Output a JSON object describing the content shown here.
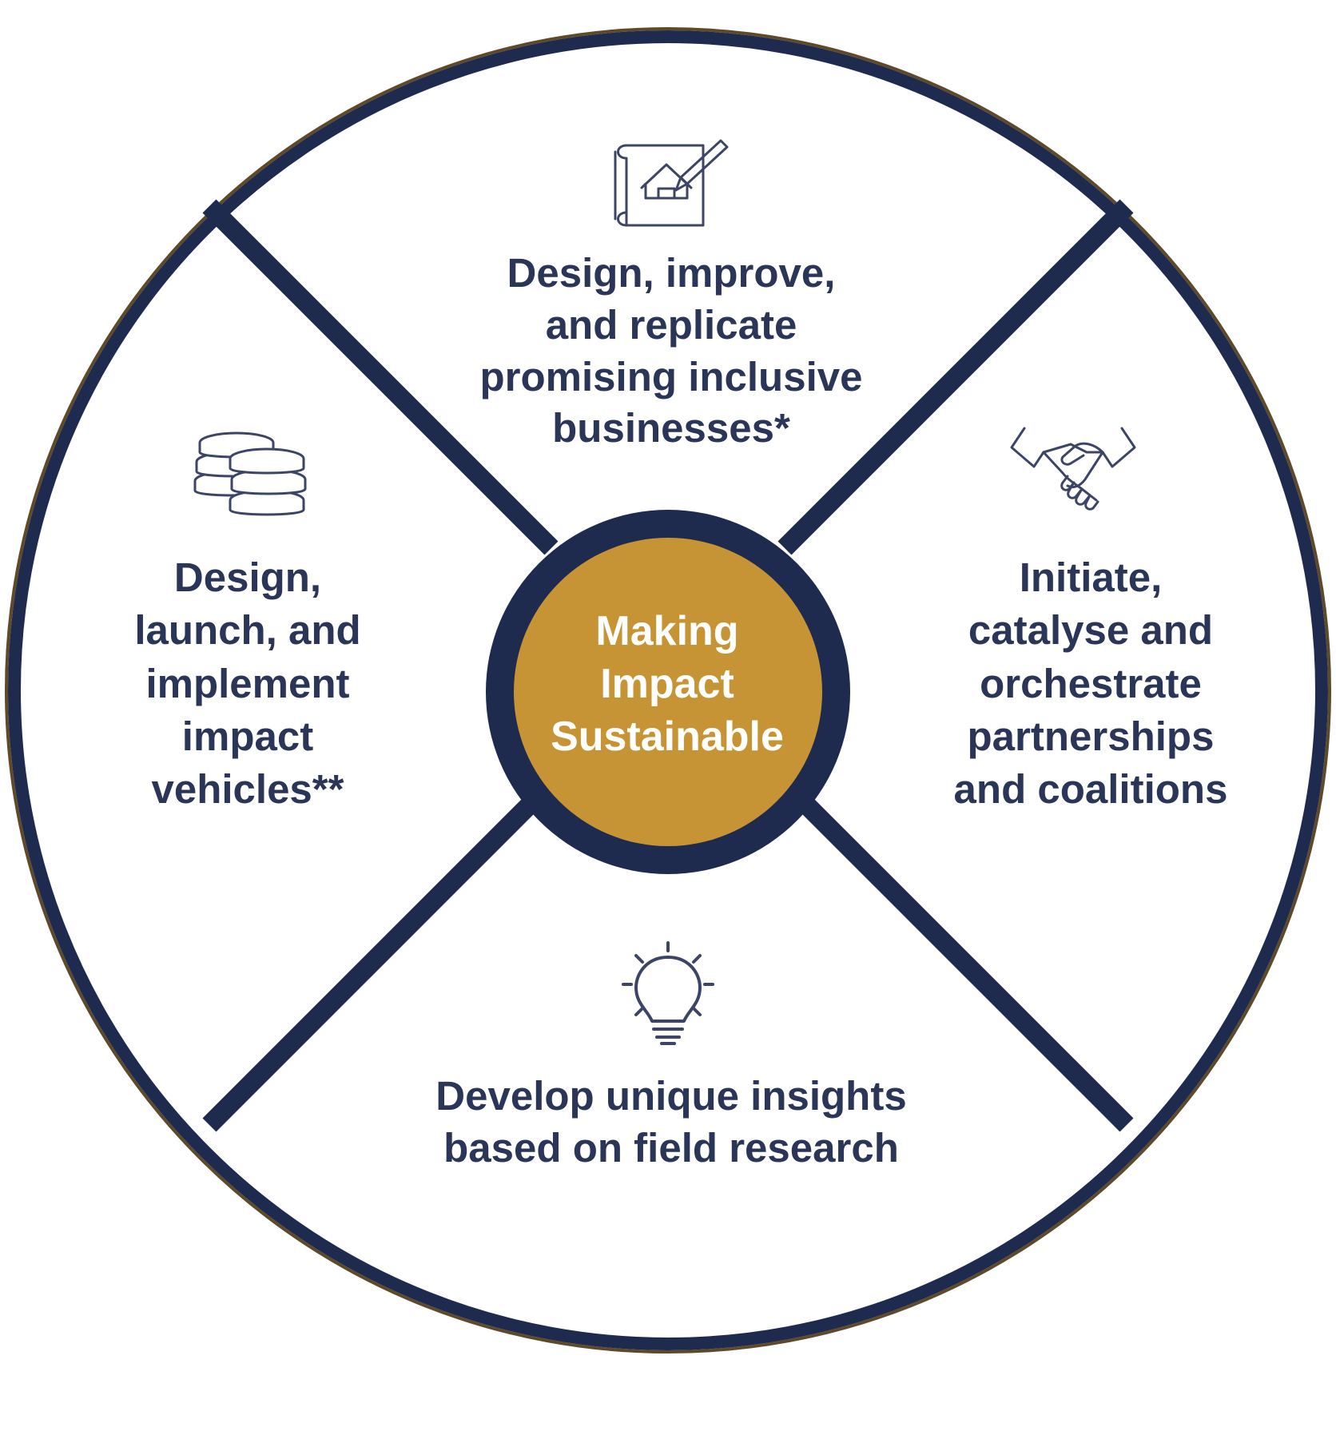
{
  "center": {
    "title": "Making\nImpact\nSustainable"
  },
  "segments": [
    {
      "id": "top",
      "text": "Design, improve,\nand replicate\npromising inclusive\nbusinesses*",
      "icon": "blueprint-house-pencil-icon"
    },
    {
      "id": "right",
      "text": "Initiate,\ncatalyse and\norchestrate\npartnerships\nand coalitions",
      "icon": "handshake-icon"
    },
    {
      "id": "bottom",
      "text": "Develop unique insights\nbased on field research",
      "icon": "lightbulb-icon"
    },
    {
      "id": "left",
      "text": "Design,\nlaunch, and\nimplement\nimpact\nvehicles**",
      "icon": "coins-stack-icon"
    }
  ],
  "colors": {
    "navy": "#1f2a4f",
    "text": "#2b3557",
    "gold": "#c69434",
    "outer_ring_edge": "#5e4a28",
    "icon_stroke": "#3d4566"
  }
}
